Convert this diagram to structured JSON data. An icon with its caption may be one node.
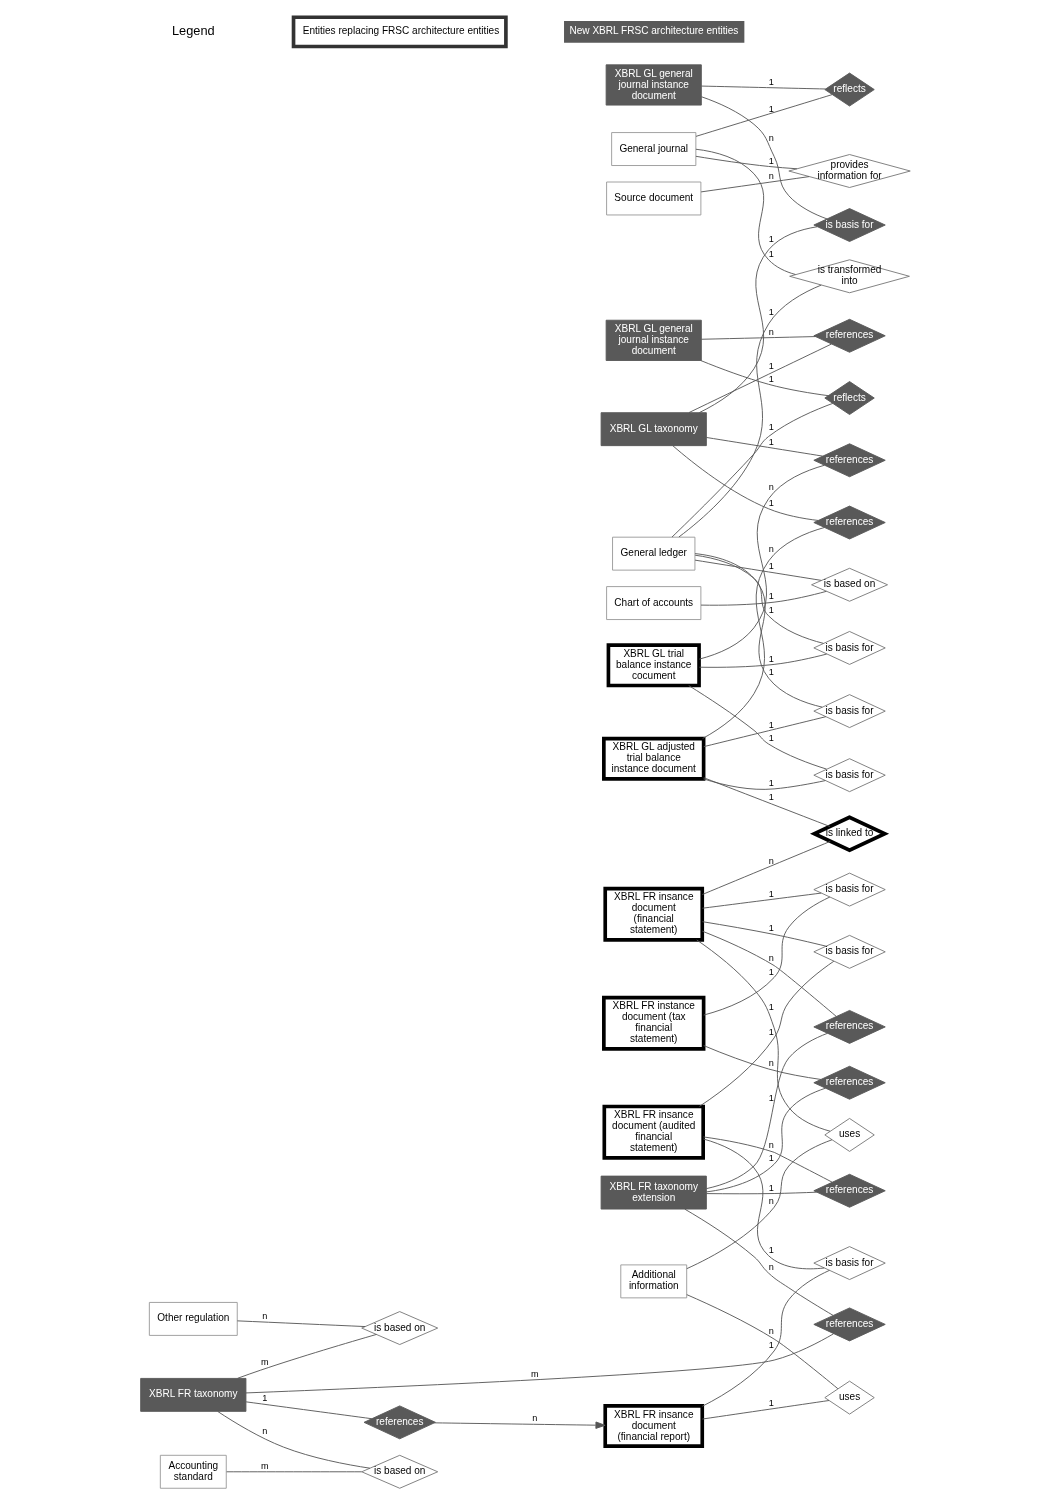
{
  "diagram": {
    "nodes": [
      {
        "text": [
          "XBRL GL taxonomy"
        ]
      },
      {
        "text": [
          "is basis for"
        ]
      },
      {
        "text": [
          "XBRL GL general journal instance document"
        ]
      },
      {
        "text": [
          "reflects"
        ]
      },
      {
        "text": [
          "General journal"
        ]
      },
      {
        "text": [
          "provides information for"
        ]
      },
      {
        "text": [
          "Source document"
        ]
      },
      {
        "text": [
          "references"
        ]
      },
      {
        "text": [
          "XBRL GL general journal instance document"
        ]
      },
      {
        "text": [
          "reflects"
        ]
      },
      {
        "text": [
          "is transformed into"
        ]
      },
      {
        "text": [
          "General ledger"
        ]
      },
      {
        "text": [
          "is based on"
        ]
      },
      {
        "text": [
          "Chart of accounts"
        ]
      },
      {
        "text": [
          "references"
        ]
      },
      {
        "text": [
          "XBRL GL trial balance instance cocument"
        ]
      },
      {
        "text": [
          "is basis for"
        ]
      },
      {
        "text": [
          "is basis for"
        ]
      },
      {
        "text": [
          "XBRL GL adjusted trial balance instance document"
        ]
      },
      {
        "text": [
          "is basis for"
        ]
      },
      {
        "text": [
          "references"
        ]
      },
      {
        "text": [
          "is linked to"
        ]
      },
      {
        "text": [
          "XBRL FR insance document (financial statement)"
        ]
      },
      {
        "text": [
          "references"
        ]
      },
      {
        "text": [
          "XBRL FR taxonomy extension"
        ]
      },
      {
        "text": [
          "references"
        ]
      },
      {
        "text": [
          "XBRL FR taxonomy"
        ]
      },
      {
        "text": [
          "is based on"
        ]
      },
      {
        "text": [
          "Accounting standard"
        ]
      },
      {
        "text": [
          "references"
        ]
      },
      {
        "text": [
          "XBRL FR instance document (tax financial statement)"
        ]
      },
      {
        "text": [
          "is basis for"
        ]
      },
      {
        "text": [
          "is basis for"
        ]
      },
      {
        "text": [
          "XBRL FR insance document (audited financial statement)"
        ]
      },
      {
        "text": [
          "is basis for"
        ]
      },
      {
        "text": [
          "XBRL FR insance document (financial report)"
        ]
      },
      {
        "text": [
          "references"
        ]
      },
      {
        "text": [
          "references"
        ]
      },
      {
        "text": [
          "is based on"
        ]
      },
      {
        "text": [
          "Other regulation"
        ]
      },
      {
        "text": [
          "uses"
        ]
      },
      {
        "text": [
          "uses"
        ]
      },
      {
        "text": [
          "Additional information"
        ]
      }
    ],
    "edges": [
      {
        "from": 0,
        "to": 1,
        "arrow": "none",
        "label": "1"
      },
      {
        "from": 2,
        "to": 1,
        "arrow": "none",
        "label": "n"
      },
      {
        "from": 2,
        "to": 3,
        "arrow": "none",
        "label": "1"
      },
      {
        "from": 4,
        "to": 3,
        "arrow": "none",
        "label": "1"
      },
      {
        "from": 4,
        "to": 5,
        "arrow": "none",
        "label": "1"
      },
      {
        "from": 6,
        "to": 5,
        "arrow": "none",
        "label": "n"
      },
      {
        "from": 0,
        "to": 7,
        "arrow": "none",
        "label": "1"
      },
      {
        "from": 8,
        "to": 7,
        "arrow": "none",
        "label": "n"
      },
      {
        "from": 8,
        "to": 9,
        "arrow": "none",
        "label": "1"
      },
      {
        "from": 11,
        "to": 9,
        "arrow": "none",
        "label": "1"
      },
      {
        "from": 4,
        "to": 10,
        "arrow": "none",
        "label": "1"
      },
      {
        "from": 11,
        "to": 10,
        "arrow": "none",
        "label": "1"
      },
      {
        "from": 11,
        "to": 12,
        "arrow": "none",
        "label": "1"
      },
      {
        "from": 13,
        "to": 12,
        "arrow": "none",
        "label": "1"
      },
      {
        "from": 0,
        "to": 14,
        "arrow": "none",
        "label": "1"
      },
      {
        "from": 15,
        "to": 14,
        "arrow": "none",
        "label": "n"
      },
      {
        "from": 11,
        "to": 16,
        "arrow": "none",
        "label": "1"
      },
      {
        "from": 15,
        "to": 16,
        "arrow": "none",
        "label": "1"
      },
      {
        "from": 11,
        "to": 17,
        "arrow": "none",
        "label": "1"
      },
      {
        "from": 18,
        "to": 17,
        "arrow": "none",
        "label": "1"
      },
      {
        "from": 15,
        "to": 19,
        "arrow": "none",
        "label": "1"
      },
      {
        "from": 18,
        "to": 19,
        "arrow": "none",
        "label": "1"
      },
      {
        "from": 0,
        "to": 20,
        "arrow": "none",
        "label": "1"
      },
      {
        "from": 18,
        "to": 20,
        "arrow": "none",
        "label": "n"
      },
      {
        "from": 18,
        "to": 21,
        "arrow": "none",
        "label": "1"
      },
      {
        "from": 22,
        "to": 21,
        "arrow": "none",
        "label": "n"
      },
      {
        "from": 24,
        "to": 23,
        "arrow": "none",
        "label": "1"
      },
      {
        "from": 22,
        "to": 23,
        "arrow": "none",
        "label": "n"
      },
      {
        "from": 24,
        "to": 25,
        "arrow": "none",
        "label": "n"
      },
      {
        "from": 26,
        "to": 25,
        "arrow": "none",
        "label": "m"
      },
      {
        "from": 26,
        "to": 27,
        "arrow": "none",
        "label": "n"
      },
      {
        "from": 28,
        "to": 27,
        "arrow": "none",
        "label": "m"
      },
      {
        "from": 24,
        "to": 29,
        "arrow": "none",
        "label": "1"
      },
      {
        "from": 30,
        "to": 29,
        "arrow": "none",
        "label": "n"
      },
      {
        "from": 22,
        "to": 31,
        "arrow": "none",
        "label": "1"
      },
      {
        "from": 30,
        "to": 31,
        "arrow": "none",
        "label": "1"
      },
      {
        "from": 22,
        "to": 32,
        "arrow": "none",
        "label": "1"
      },
      {
        "from": 33,
        "to": 32,
        "arrow": "none",
        "label": "1"
      },
      {
        "from": 33,
        "to": 34,
        "arrow": "none",
        "label": "1"
      },
      {
        "from": 35,
        "to": 34,
        "arrow": "none",
        "label": "1"
      },
      {
        "from": 24,
        "to": 36,
        "arrow": "none",
        "label": "1"
      },
      {
        "from": 33,
        "to": 36,
        "arrow": "none",
        "label": "n"
      },
      {
        "from": 26,
        "to": 37,
        "arrow": "none",
        "label": "1"
      },
      {
        "from": 37,
        "to": 35,
        "arrow": "to",
        "label": "n"
      },
      {
        "from": 26,
        "to": 38,
        "arrow": "none",
        "label": "m"
      },
      {
        "from": 39,
        "to": 38,
        "arrow": "none",
        "label": "n"
      },
      {
        "from": 22,
        "to": 40,
        "arrow": "none",
        "label": "1"
      },
      {
        "from": 42,
        "to": 40,
        "arrow": "none",
        "label": "n"
      },
      {
        "from": 35,
        "to": 41,
        "arrow": "none",
        "label": "1"
      },
      {
        "from": 42,
        "to": 41,
        "arrow": "none",
        "label": "n"
      }
    ],
    "labels": [
      "Legend"
    ],
    "legend": [
      {
        "text": "Entities replacing FRSC architecture entities"
      },
      {
        "text": "New XBRL FRSC architecture entities",
        "color": "#595959"
      }
    ]
  }
}
